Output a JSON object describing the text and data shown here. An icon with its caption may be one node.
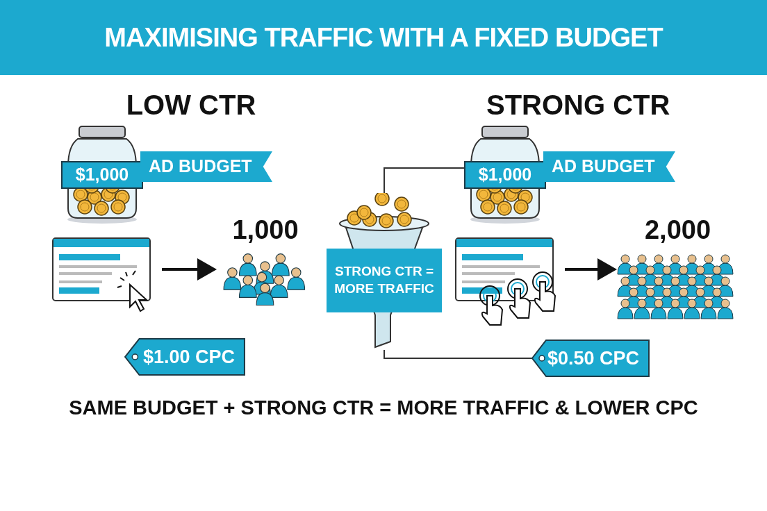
{
  "diagram": {
    "title": "MAXIMISING TRAFFIC WITH A FIXED BUDGET",
    "nodes": [
      {
        "text": [
          "$1,000"
        ]
      },
      {
        "text": [
          "AD BUDGET"
        ]
      },
      {
        "text": [],
        "shape": "picture"
      },
      {
        "text": [
          "1,000"
        ]
      },
      {
        "text": [
          "$1.00 CPC"
        ]
      },
      {
        "text": [
          "STRONG CTR = MORE TRAFFIC"
        ]
      },
      {
        "text": [
          "$1,000"
        ]
      },
      {
        "text": [
          "AD BUDGET"
        ]
      },
      {
        "text": [],
        "shape": "picture"
      },
      {
        "text": [
          "2,000"
        ]
      },
      {
        "text": [
          "$0.50 CPC"
        ]
      }
    ],
    "edges": [
      {
        "from": 2,
        "to": 3,
        "arrow": "to",
        "style": "thick"
      },
      {
        "from": 5,
        "to": 6,
        "arrow": "none"
      },
      {
        "from": 8,
        "to": 9,
        "arrow": "to",
        "style": "thick"
      },
      {
        "from": 5,
        "to": 10,
        "arrow": "none"
      }
    ],
    "labels": [
      "LOW CTR",
      "STRONG CTR",
      "SAME BUDGET + STRONG CTR = MORE TRAFFIC & LOWER CPC"
    ]
  }
}
